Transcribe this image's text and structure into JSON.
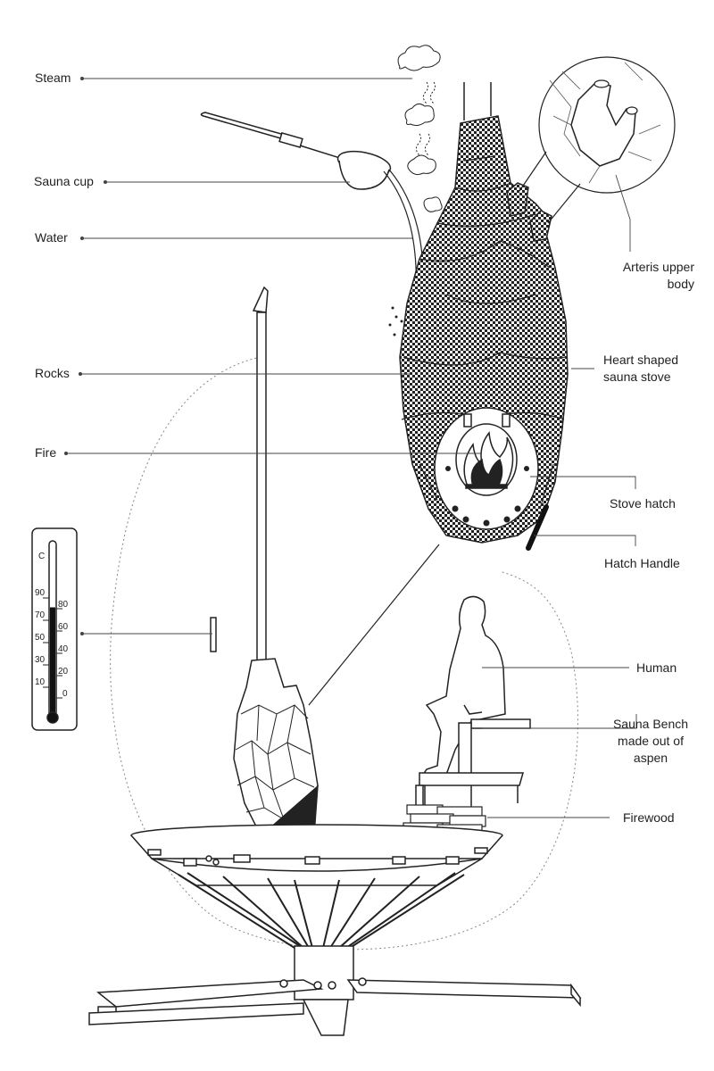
{
  "labels": {
    "steam": "Steam",
    "sauna_cup": "Sauna cup",
    "water": "Water",
    "rocks": "Rocks",
    "fire": "Fire",
    "arteris_line1": "Arteris upper",
    "arteris_line2": "body",
    "stove_line1": "Heart shaped",
    "stove_line2": "sauna stove",
    "stove_hatch": "Stove hatch",
    "hatch_handle": "Hatch Handle",
    "human": "Human",
    "bench_line1": "Sauna Bench",
    "bench_line2": "made out of",
    "bench_line3": "aspen",
    "firewood": "Firewood"
  },
  "thermometer": {
    "unit": "C",
    "left_scale": [
      "90",
      "70",
      "50",
      "30",
      "10"
    ],
    "right_scale": [
      "80",
      "60",
      "40",
      "20",
      "0"
    ],
    "reading_fraction": 0.62
  },
  "colors": {
    "line": "#222222",
    "leader": "#444444",
    "fill": "#ffffff"
  }
}
